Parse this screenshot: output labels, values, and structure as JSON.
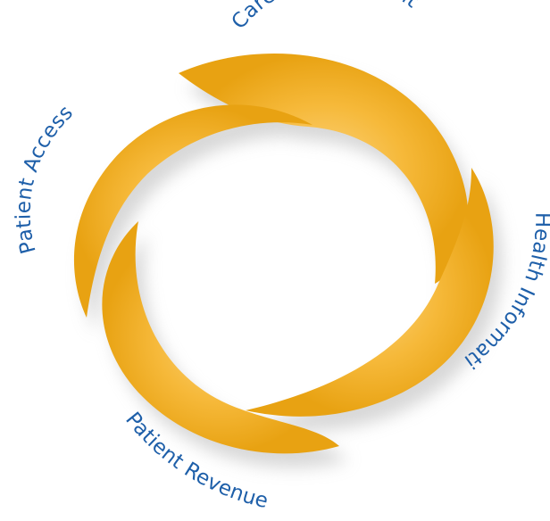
{
  "diagram": {
    "type": "cycle",
    "style": {
      "label_color": "#1e5fa9",
      "segment_color_light": "#fbd37e",
      "segment_color_mid": "#f6b93a",
      "segment_color_dark": "#e8a212",
      "shadow_color": "#b8b8b8",
      "background": "#ffffff"
    },
    "segments": [
      {
        "id": "care-management",
        "label": "Care Management"
      },
      {
        "id": "health-information",
        "label": "Health Information"
      },
      {
        "id": "patient-revenue",
        "label": "Patient Revenue"
      },
      {
        "id": "patient-access",
        "label": "Patient Access"
      }
    ]
  }
}
